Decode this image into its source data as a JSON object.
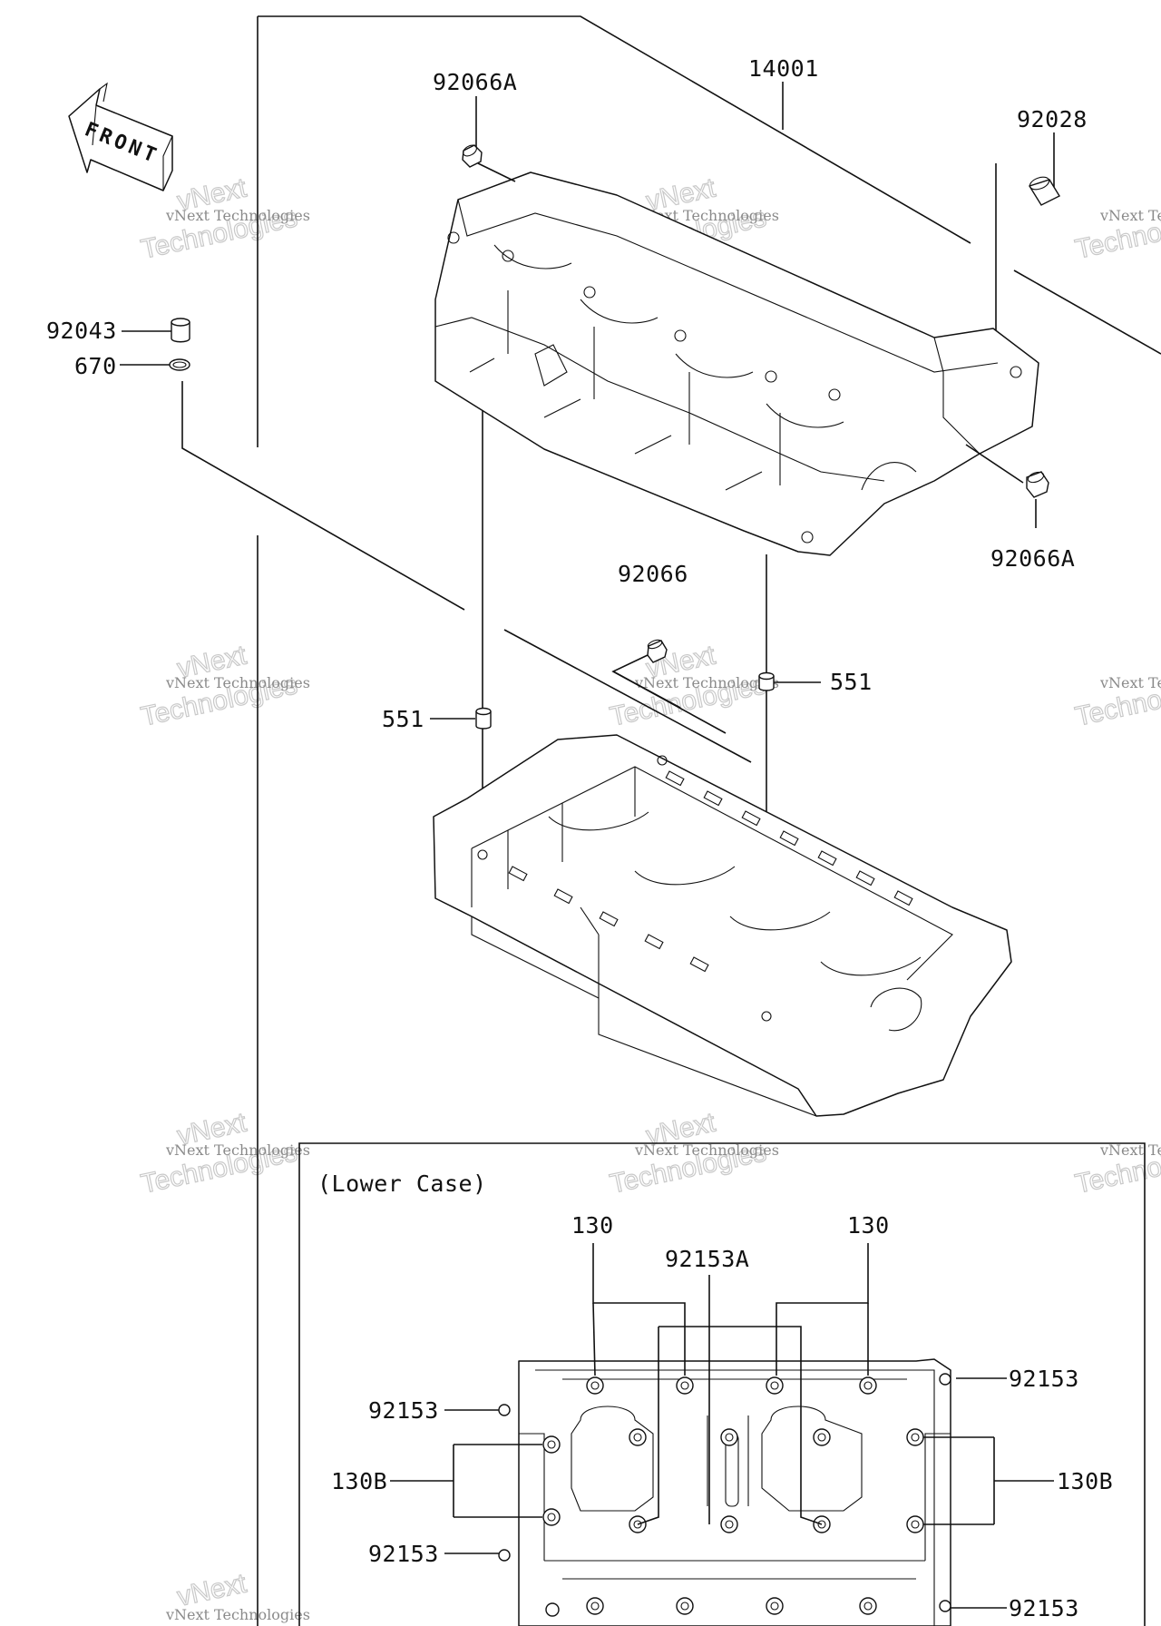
{
  "front_badge": "FRONT",
  "watermark": {
    "line1": "vNext Technologies",
    "line2": "Technologies",
    "line3": "vNext"
  },
  "callouts": {
    "p14001": "14001",
    "p92066A_top": "92066A",
    "p92028": "92028",
    "p92043": "92043",
    "p670": "670",
    "p92066A_right": "92066A",
    "p92066": "92066",
    "p551_right": "551",
    "p551_left": "551"
  },
  "inset": {
    "title": "(Lower Case)",
    "labels": {
      "p130_left": "130",
      "p130_right": "130",
      "p92153A": "92153A",
      "p92153_tr": "92153",
      "p92153_l1": "92153",
      "p130B_left": "130B",
      "p130B_right": "130B",
      "p92153_l2": "92153",
      "p92153_br": "92153"
    }
  },
  "colors": {
    "line": "#111111",
    "watermark": "#8a8a8a",
    "background": "#ffffff"
  }
}
